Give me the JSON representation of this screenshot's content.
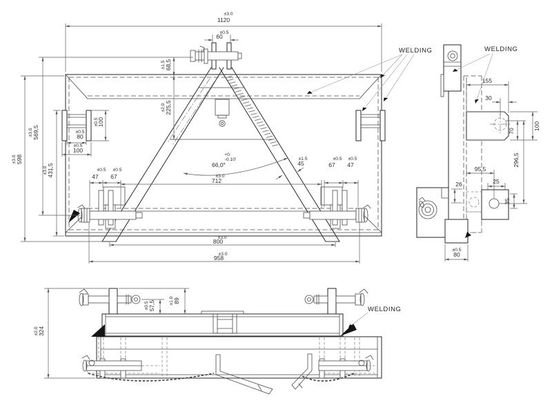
{
  "annotations": {
    "welding_front": "WELDING",
    "welding_side": "WELDING",
    "welding_bottom": "WELDING"
  },
  "front": {
    "d1120": {
      "tol": "±3.0",
      "val": "1120"
    },
    "d60": {
      "tol": "±0.5",
      "val": "60"
    },
    "d68_5": {
      "tol": "±1.5",
      "val": "68,5"
    },
    "d225_5": {
      "tol": "±2.0",
      "val": "225,5"
    },
    "d598": {
      "tol": "±3.0",
      "val": "598"
    },
    "d569_5": {
      "tol": "±3.0",
      "val": "569,5"
    },
    "d100v": {
      "tol": "±0.5",
      "val": "100"
    },
    "d80": {
      "tol": "±0.5",
      "val": "80"
    },
    "d100h": {
      "tol": "±0.5",
      "val": "100"
    },
    "d431_5": {
      "tol": "±3.0",
      "val": "431,5"
    },
    "angle": {
      "tol_plus": "+0.",
      "tol_minus": "-0.10'",
      "val": "66,0°"
    },
    "d45": {
      "tol": "±1.5",
      "val": "45"
    },
    "d712": {
      "tol": "±3.0",
      "val": "712"
    },
    "d47L": {
      "tol": "±0.5",
      "val": "47"
    },
    "d67L": {
      "tol": "±0.5",
      "val": "67"
    },
    "d67R": {
      "tol": "±0.5",
      "val": "67"
    },
    "d47R": {
      "tol": "±0.5",
      "val": "47"
    },
    "d800": {
      "tol": "±3.0",
      "val": "800"
    },
    "d958": {
      "tol": "±3.0",
      "val": "958"
    }
  },
  "side": {
    "d155": {
      "val": "155"
    },
    "d30": {
      "val": "30"
    },
    "d70": {
      "val": "70"
    },
    "d100": {
      "val": "100"
    },
    "d296_5": {
      "val": "296,5"
    },
    "d95_5": {
      "val": "95,5"
    },
    "d26": {
      "val": "26"
    },
    "d25": {
      "val": "25"
    },
    "d35": {
      "val": "35"
    },
    "d80": {
      "tol": "±0.5",
      "val": "80"
    }
  },
  "bottom": {
    "d324": {
      "tol": "±2.0",
      "val": "324"
    },
    "d57_5": {
      "tol": "±0.5",
      "val": "57,5"
    },
    "d89": {
      "tol": "±1.0",
      "val": "89"
    }
  }
}
